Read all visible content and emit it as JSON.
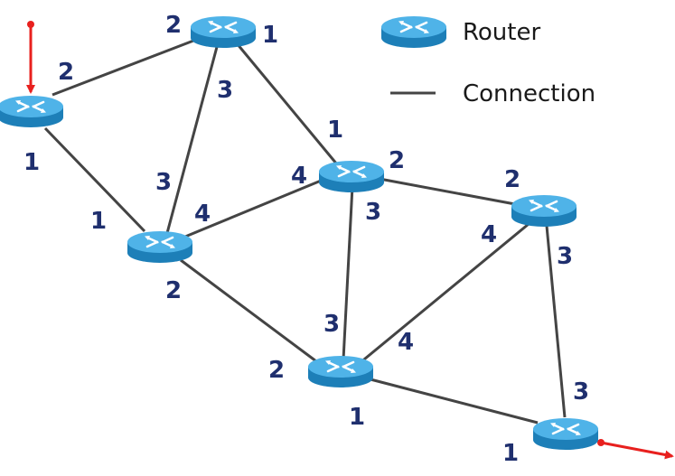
{
  "legend": {
    "router_label": "Router",
    "connection_label": "Connection"
  },
  "colors": {
    "router_top": "#4fb3e8",
    "router_side": "#1d7fb8",
    "connection": "#444444",
    "flow_arrow": "#e8201e",
    "port_label": "#1f2f6e"
  },
  "routers": [
    {
      "id": "R1",
      "ports": [
        "1",
        "2"
      ]
    },
    {
      "id": "R2",
      "ports": [
        "2",
        "1",
        "3"
      ]
    },
    {
      "id": "R3",
      "ports": [
        "1",
        "3",
        "4",
        "2"
      ]
    },
    {
      "id": "R4",
      "ports": [
        "1",
        "2",
        "4",
        "3"
      ]
    },
    {
      "id": "R5",
      "ports": [
        "2",
        "4",
        "3"
      ]
    },
    {
      "id": "R6",
      "ports": [
        "3",
        "4",
        "2",
        "1"
      ]
    },
    {
      "id": "R7",
      "ports": [
        "3",
        "1"
      ]
    }
  ],
  "connections": [
    {
      "from": "R1:2",
      "to": "R2:2"
    },
    {
      "from": "R1:1",
      "to": "R3:1"
    },
    {
      "from": "R2:3",
      "to": "R3:3"
    },
    {
      "from": "R2:1",
      "to": "R4:1"
    },
    {
      "from": "R3:4",
      "to": "R4:4"
    },
    {
      "from": "R3:2",
      "to": "R6:2"
    },
    {
      "from": "R4:2",
      "to": "R5:2"
    },
    {
      "from": "R4:3",
      "to": "R6:3"
    },
    {
      "from": "R5:4",
      "to": "R6:4"
    },
    {
      "from": "R5:3",
      "to": "R7:3"
    },
    {
      "from": "R6:1",
      "to": "R7:1"
    }
  ],
  "ingress_router": "R1",
  "egress_router": "R7"
}
